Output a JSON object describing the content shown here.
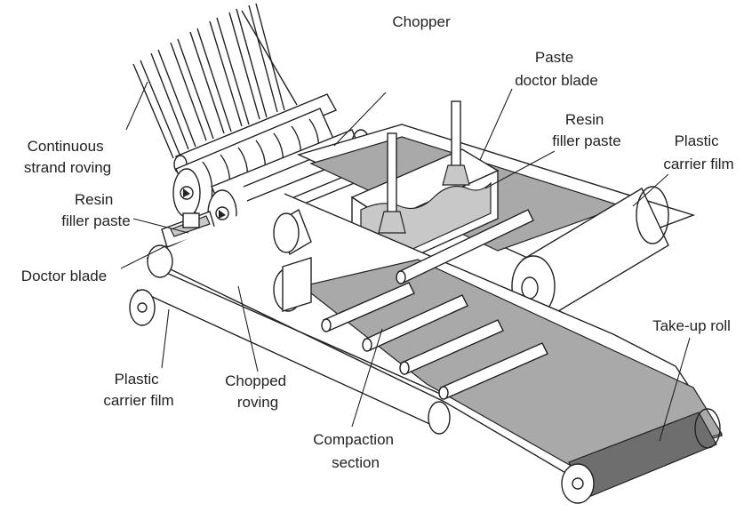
{
  "labels": {
    "continuous_roving": [
      "Continuous",
      "strand roving"
    ],
    "chopper": "Chopper",
    "paste_doctor_blade": [
      "Paste",
      "doctor blade"
    ],
    "resin_paste_right": [
      "Resin",
      "filler paste"
    ],
    "plastic_film_right": [
      "Plastic",
      "carrier film"
    ],
    "resin_paste_left": [
      "Resin",
      "filler paste"
    ],
    "doctor_blade": "Doctor blade",
    "plastic_film_left": [
      "Plastic",
      "carrier film"
    ],
    "chopped_roving": [
      "Chopped",
      "roving"
    ],
    "compaction_section": [
      "Compaction",
      "section"
    ],
    "take_up_roll": "Take-up roll"
  },
  "colors": {
    "line": "#222222",
    "sheet": "#a9a9a9",
    "paste": "#c8c8c8",
    "roll": "#6e6e6e"
  }
}
